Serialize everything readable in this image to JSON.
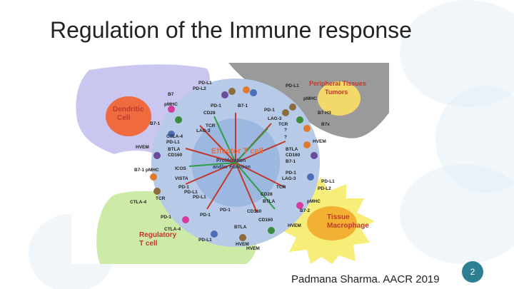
{
  "slide": {
    "title": "Regulation of the Immune response",
    "citation": "Padmana Sharma. AACR 2019",
    "page_number": "2"
  },
  "figure": {
    "cells": {
      "dendritic": "Dendritic\nCell",
      "peripheral": "Peripheral Tissues\nTumors",
      "effector_title": "Effector T cell",
      "effector_sub": "Proliferation\nand/or Function",
      "regulatory": "Regulatory\nT cell",
      "macrophage": "Tissue\nMacrophage"
    },
    "labels": [
      "PD-L1",
      "PD-L2",
      "B7",
      "pMHC",
      "CD28",
      "TCR",
      "LAG-3",
      "B7-1",
      "CTLA-4",
      "PD-L1",
      "BTLA",
      "CD160",
      "ICOS",
      "VISTA",
      "HVEM",
      "B7-1 pMHC",
      "TCR",
      "CTLA-4",
      "PD-1",
      "PD-1",
      "B7-1",
      "PD-1",
      "PD-L1",
      "CTLA-4",
      "PD-1",
      "BTLA",
      "CD160",
      "HVEM",
      "PD-L1",
      "PD-L1",
      "pMHC",
      "PD-1",
      "LAG-3",
      "TCR",
      "?",
      "?",
      "B7-H3",
      "B7x",
      "HVEM",
      "BTLA",
      "CD160",
      "B7-1",
      "PD-1",
      "LAG-3",
      "PD-L1",
      "PD-L2",
      "TCR",
      "CD28",
      "pMHC",
      "BTLA",
      "B7-2",
      "HVEM",
      "PD-1",
      "PD-L1",
      "CD160",
      "HVEM"
    ]
  }
}
